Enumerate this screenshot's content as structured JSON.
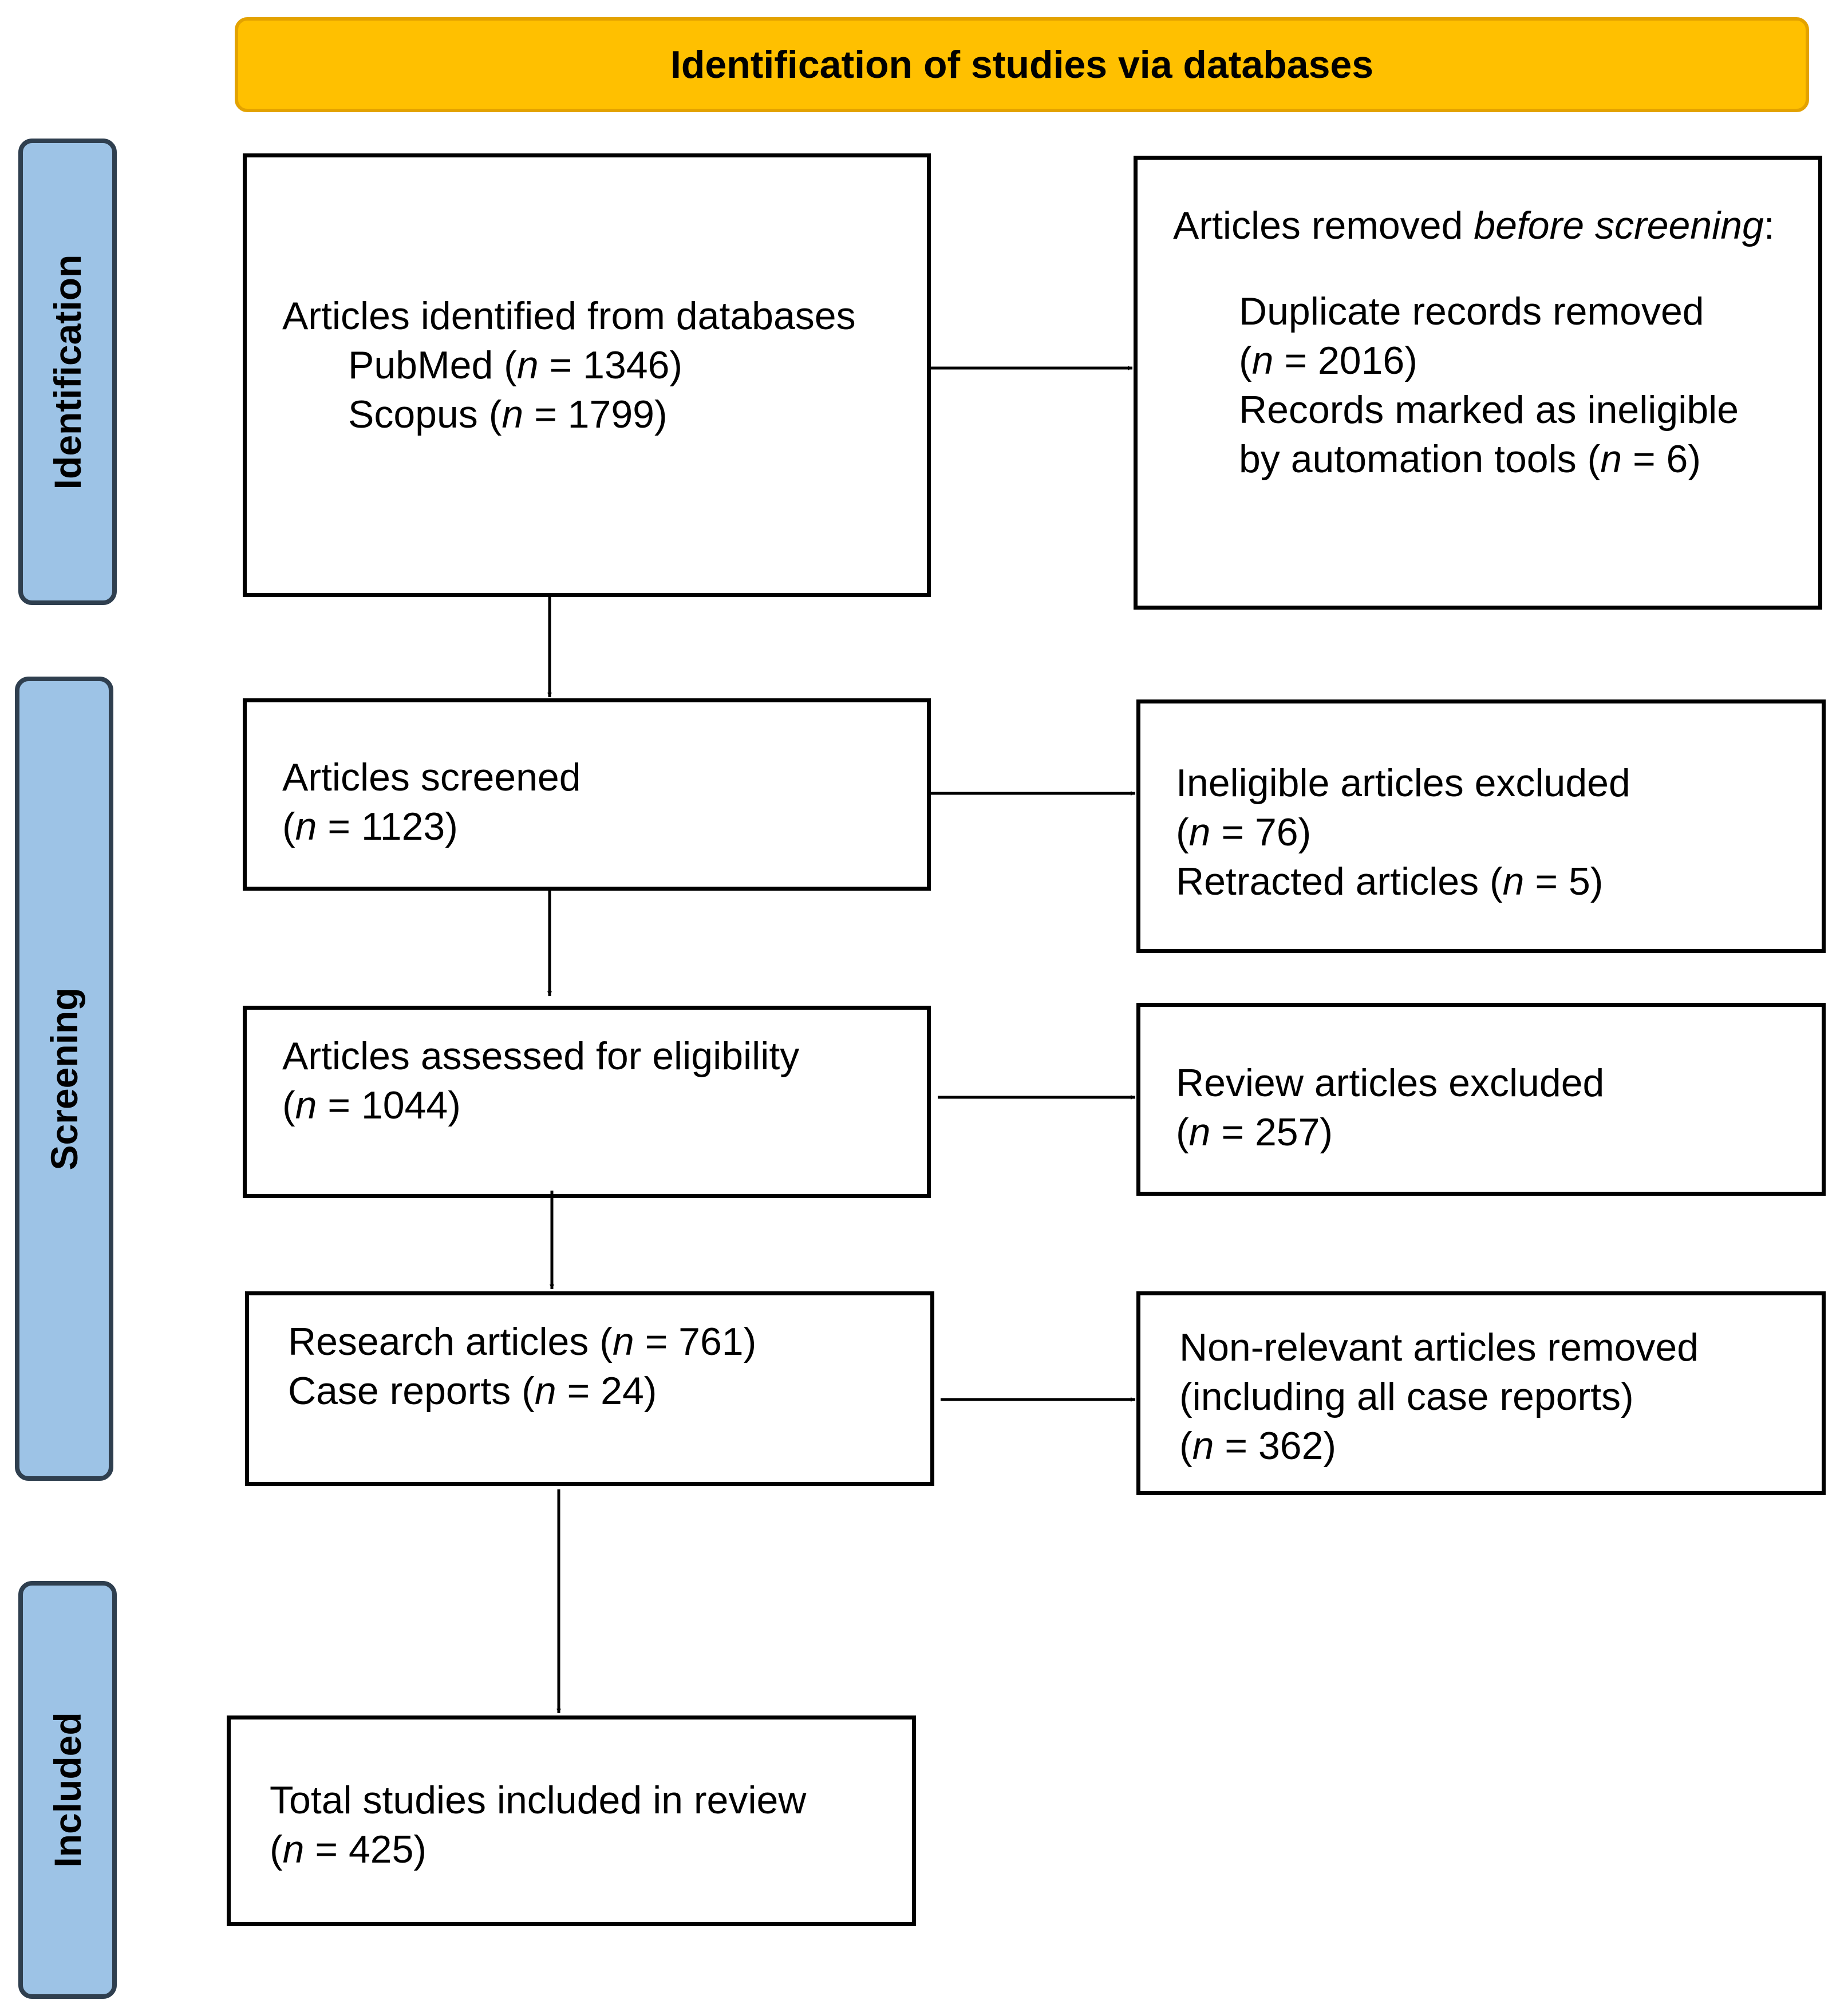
{
  "header": {
    "title": "Identification of studies via databases"
  },
  "phases": {
    "identification": "Identification",
    "screening": "Screening",
    "included": "Included"
  },
  "boxes": {
    "identified": {
      "title": "Articles identified from databases",
      "pubmed_pre": "PubMed (",
      "pubmed_post": " = 1346)",
      "scopus_pre": "Scopus (",
      "scopus_post": " = 1799)"
    },
    "removed_before": {
      "title_a": "Articles removed ",
      "title_b": "before screening",
      "title_c": ":",
      "dup_a": "Duplicate records removed",
      "dup_b_pre": "(",
      "dup_b_post": " = 2016)",
      "inel_a": "Records marked as ineligible",
      "inel_b_pre": "by automation tools (",
      "inel_b_post": " = 6)"
    },
    "screened": {
      "title": "Articles screened",
      "n_pre": "(",
      "n_post": " = 1123)"
    },
    "excluded_1": {
      "line1": "Ineligible articles excluded",
      "n_pre": "(",
      "n_post": " = 76)",
      "retr_pre": "Retracted articles (",
      "retr_post": " = 5)"
    },
    "eligibility": {
      "title": "Articles assessed for eligibility",
      "n_pre": "(",
      "n_post": " = 1044)"
    },
    "excluded_2": {
      "title": "Review articles excluded",
      "n_pre": "(",
      "n_post": " = 257)"
    },
    "research": {
      "res_pre": "Research articles (",
      "res_post": " = 761)",
      "case_pre": "Case reports (",
      "case_post": " = 24)"
    },
    "excluded_3": {
      "line1": "Non-relevant articles removed",
      "line2": "(including all case reports)",
      "n_pre": "(",
      "n_post": " = 362)"
    },
    "included": {
      "title": "Total studies included in review",
      "n_pre": "(",
      "n_post": " = 425)"
    }
  },
  "n_symbol": "n",
  "colors": {
    "banner": "#FFC000",
    "phase": "#9DC3E6",
    "border": "#000000"
  }
}
